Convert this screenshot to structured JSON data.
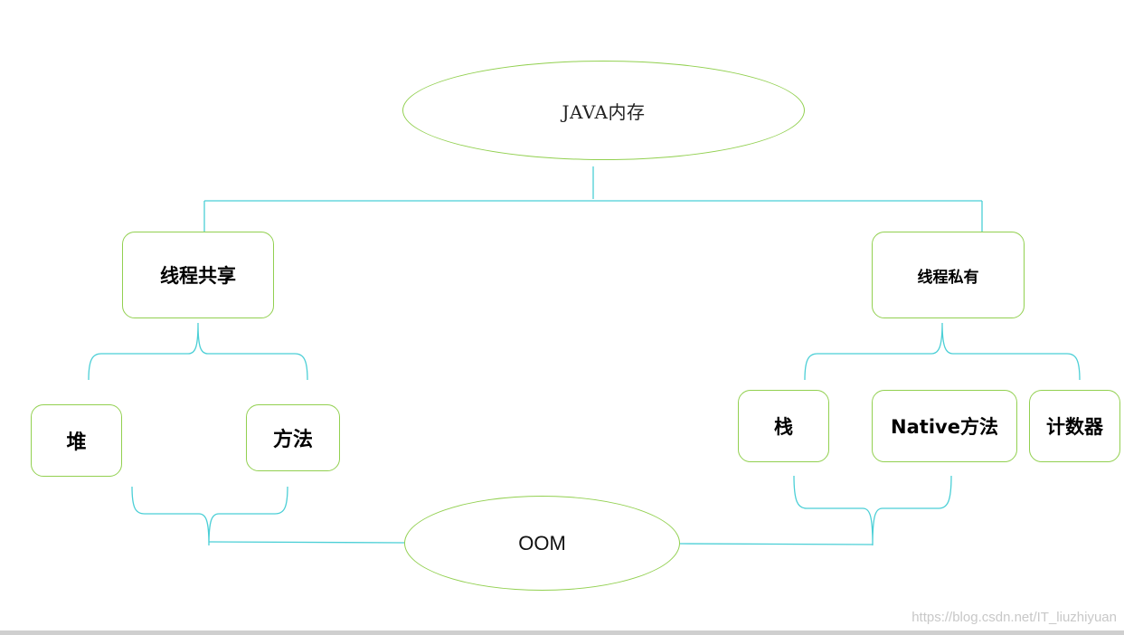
{
  "diagram": {
    "root": {
      "label": "JAVA内存"
    },
    "shared": {
      "label": "线程共享",
      "children": [
        "堆",
        "方法"
      ]
    },
    "private": {
      "label": "线程私有",
      "children": [
        "栈",
        "Native方法",
        "计数器"
      ]
    },
    "oom": {
      "label": "OOM"
    }
  },
  "colors": {
    "node_border": "#92d050",
    "connector": "#4bcfd6"
  },
  "watermark": "https://blog.csdn.net/IT_liuzhiyuan"
}
